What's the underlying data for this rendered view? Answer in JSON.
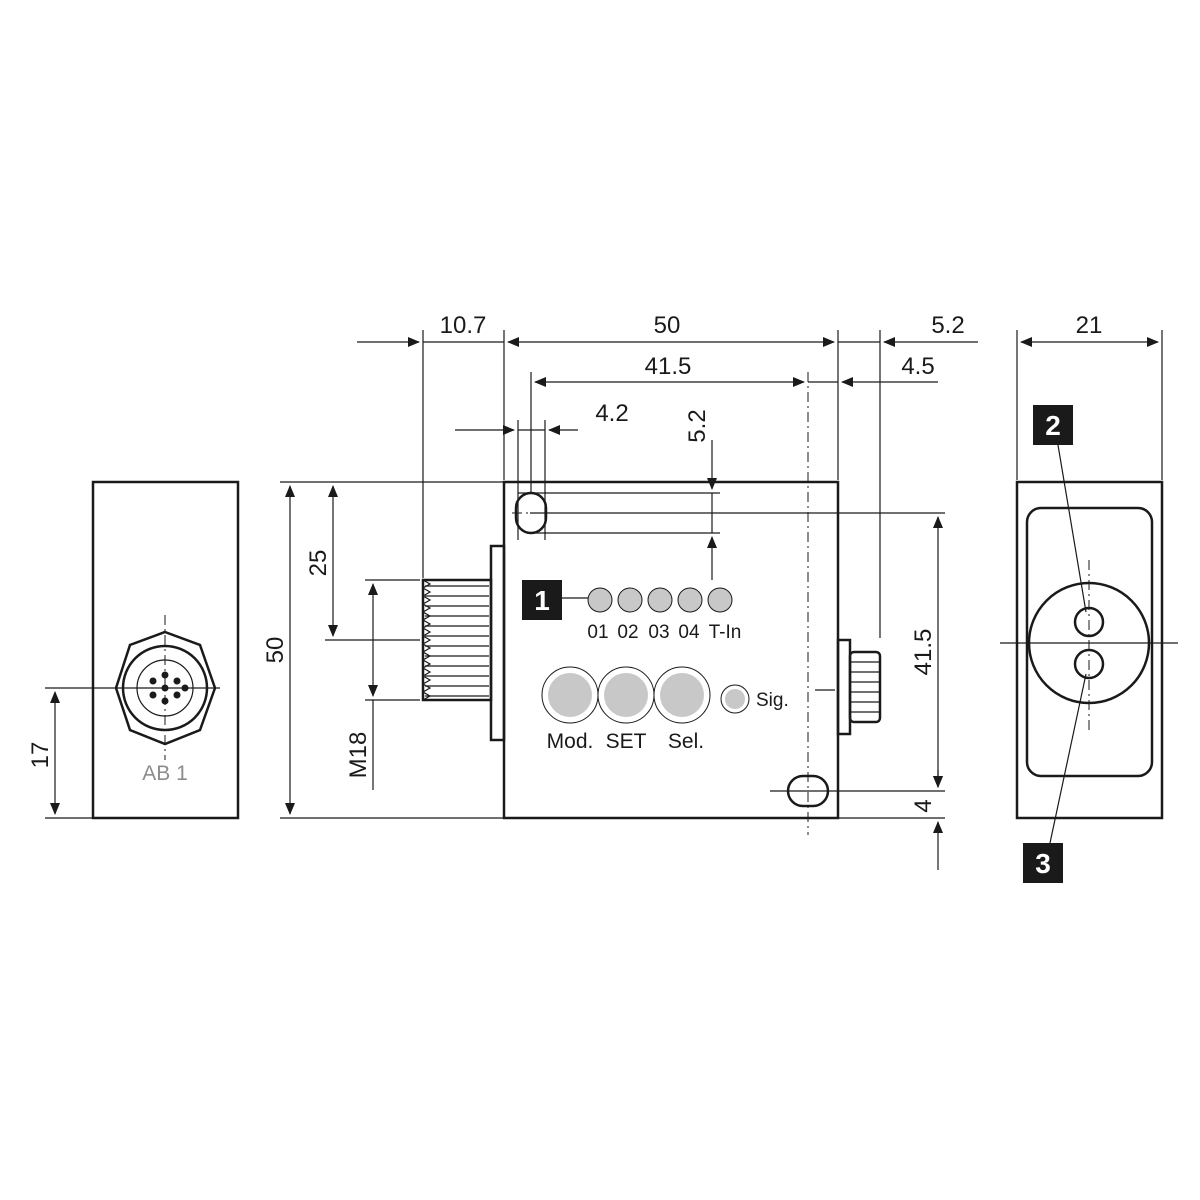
{
  "dimensions": {
    "d_10_7": "10.7",
    "d_50_top": "50",
    "d_5_2_top": "5.2",
    "d_41_5_top": "41.5",
    "d_4_5": "4.5",
    "d_4_2": "4.2",
    "d_5_2_vert": "5.2",
    "d_21": "21",
    "d_25": "25",
    "d_50_left": "50",
    "d_m18": "M18",
    "d_17": "17",
    "d_41_5_right": "41.5",
    "d_4": "4"
  },
  "connector_label": "AB 1",
  "led_labels": [
    "01",
    "02",
    "03",
    "04",
    "T-In"
  ],
  "button_labels": {
    "mod": "Mod.",
    "set": "SET",
    "sel": "Sel."
  },
  "signal_label": "Sig.",
  "callouts": [
    "1",
    "2",
    "3"
  ],
  "colors": {
    "line": "#1a1a1a",
    "led_fill": "#c8c8c8",
    "button_fill": "#c8c8c8",
    "callout_bg": "#1a1a1a",
    "connector_label": "#8c8c8c"
  }
}
